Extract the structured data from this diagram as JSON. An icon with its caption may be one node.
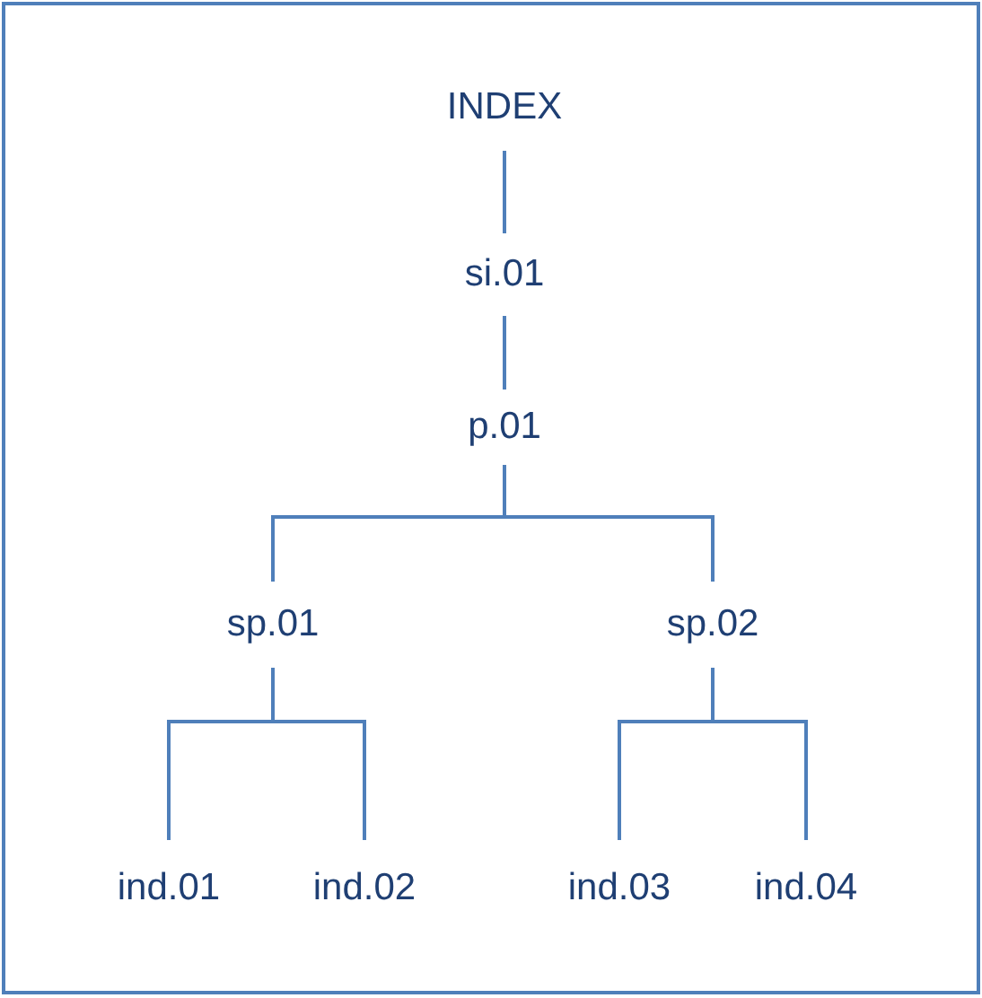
{
  "diagram": {
    "nodes": [
      {
        "text": [
          "INDEX"
        ]
      },
      {
        "text": [
          "si.01"
        ]
      },
      {
        "text": [
          "p.01"
        ]
      },
      {
        "text": [
          "sp.01"
        ]
      },
      {
        "text": [
          "sp.02"
        ]
      },
      {
        "text": [
          "ind.01"
        ]
      },
      {
        "text": [
          "ind.02"
        ]
      },
      {
        "text": [
          "ind.03"
        ]
      },
      {
        "text": [
          "ind.04"
        ]
      }
    ],
    "edges": [
      {
        "from": 0,
        "to": 1,
        "arrow": "none"
      },
      {
        "from": 1,
        "to": 2,
        "arrow": "none"
      },
      {
        "from": 2,
        "to": 3,
        "arrow": "none"
      },
      {
        "from": 2,
        "to": 4,
        "arrow": "none"
      },
      {
        "from": 3,
        "to": 5,
        "arrow": "none"
      },
      {
        "from": 3,
        "to": 6,
        "arrow": "none"
      },
      {
        "from": 4,
        "to": 7,
        "arrow": "none"
      },
      {
        "from": 4,
        "to": 8,
        "arrow": "none"
      }
    ]
  }
}
